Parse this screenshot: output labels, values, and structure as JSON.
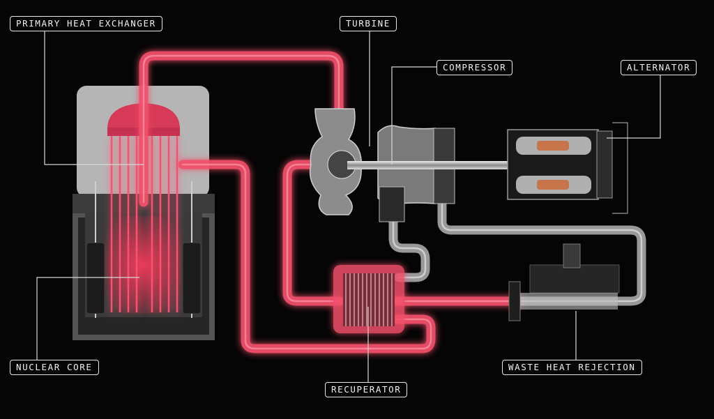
{
  "labels": {
    "primary_heat_exchanger": "PRIMARY HEAT EXCHANGER",
    "turbine": "TURBINE",
    "compressor": "COMPRESSOR",
    "alternator": "ALTERNATOR",
    "nuclear_core": "NUCLEAR CORE",
    "recuperator": "RECUPERATOR",
    "waste_heat_rejection": "WASTE HEAT REJECTION"
  },
  "colors": {
    "background": "#050505",
    "hot_loop": "#f2506a",
    "cool_loop": "#bfbfbf",
    "label_border": "#e8e8e8",
    "copper_winding": "#c8744a"
  }
}
